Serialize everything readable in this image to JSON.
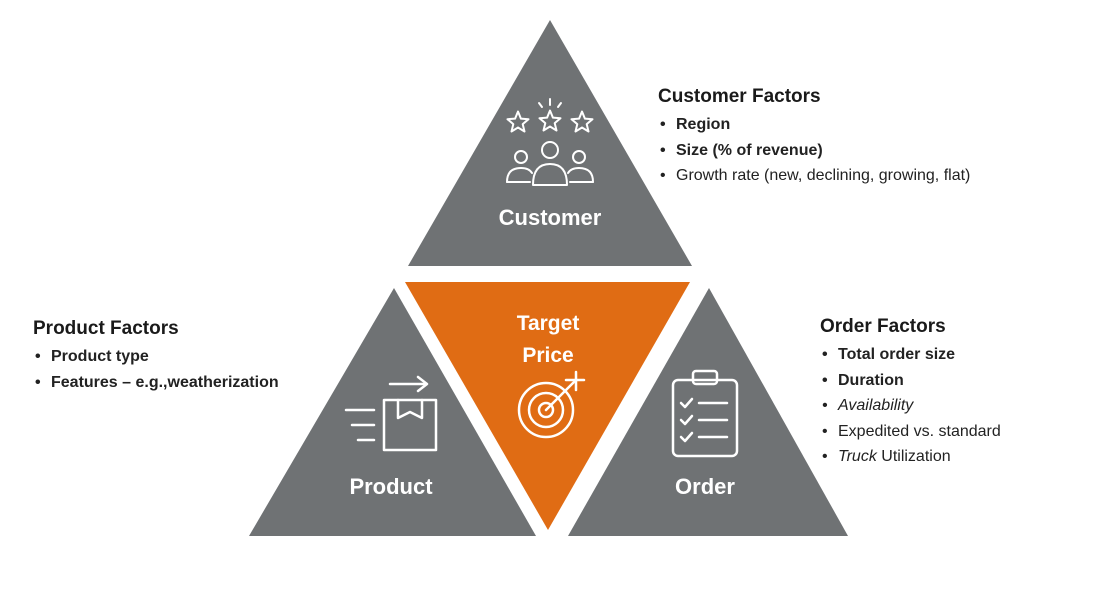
{
  "diagram": {
    "colors": {
      "gray": "#6f7274",
      "accent": "#e06c14",
      "icon": "#ffffff"
    },
    "segments": {
      "customer": {
        "label": "Customer",
        "icon": "customer-group-with-stars-icon"
      },
      "product": {
        "label": "Product",
        "icon": "shipping-box-icon"
      },
      "order": {
        "label": "Order",
        "icon": "clipboard-checklist-icon"
      },
      "target": {
        "label_line1": "Target",
        "label_line2": "Price",
        "icon": "target-arrow-icon"
      }
    }
  },
  "customer_factors": {
    "title": "Customer Factors",
    "items": [
      {
        "text": "Region"
      },
      {
        "text": "Size (% of revenue)"
      },
      {
        "text": "Growth rate (new, declining, growing, flat)"
      }
    ]
  },
  "product_factors": {
    "title": "Product Factors",
    "items": [
      {
        "text": "Product type"
      },
      {
        "text": "Features – e.g.,weatherization"
      }
    ]
  },
  "order_factors": {
    "title": "Order Factors",
    "items": [
      {
        "text": "Total order size"
      },
      {
        "text": "Duration"
      },
      {
        "text": "Availability"
      },
      {
        "text": "Expedited vs. standard"
      },
      {
        "text_italic": "Truck",
        "text": " Utilization"
      }
    ]
  }
}
